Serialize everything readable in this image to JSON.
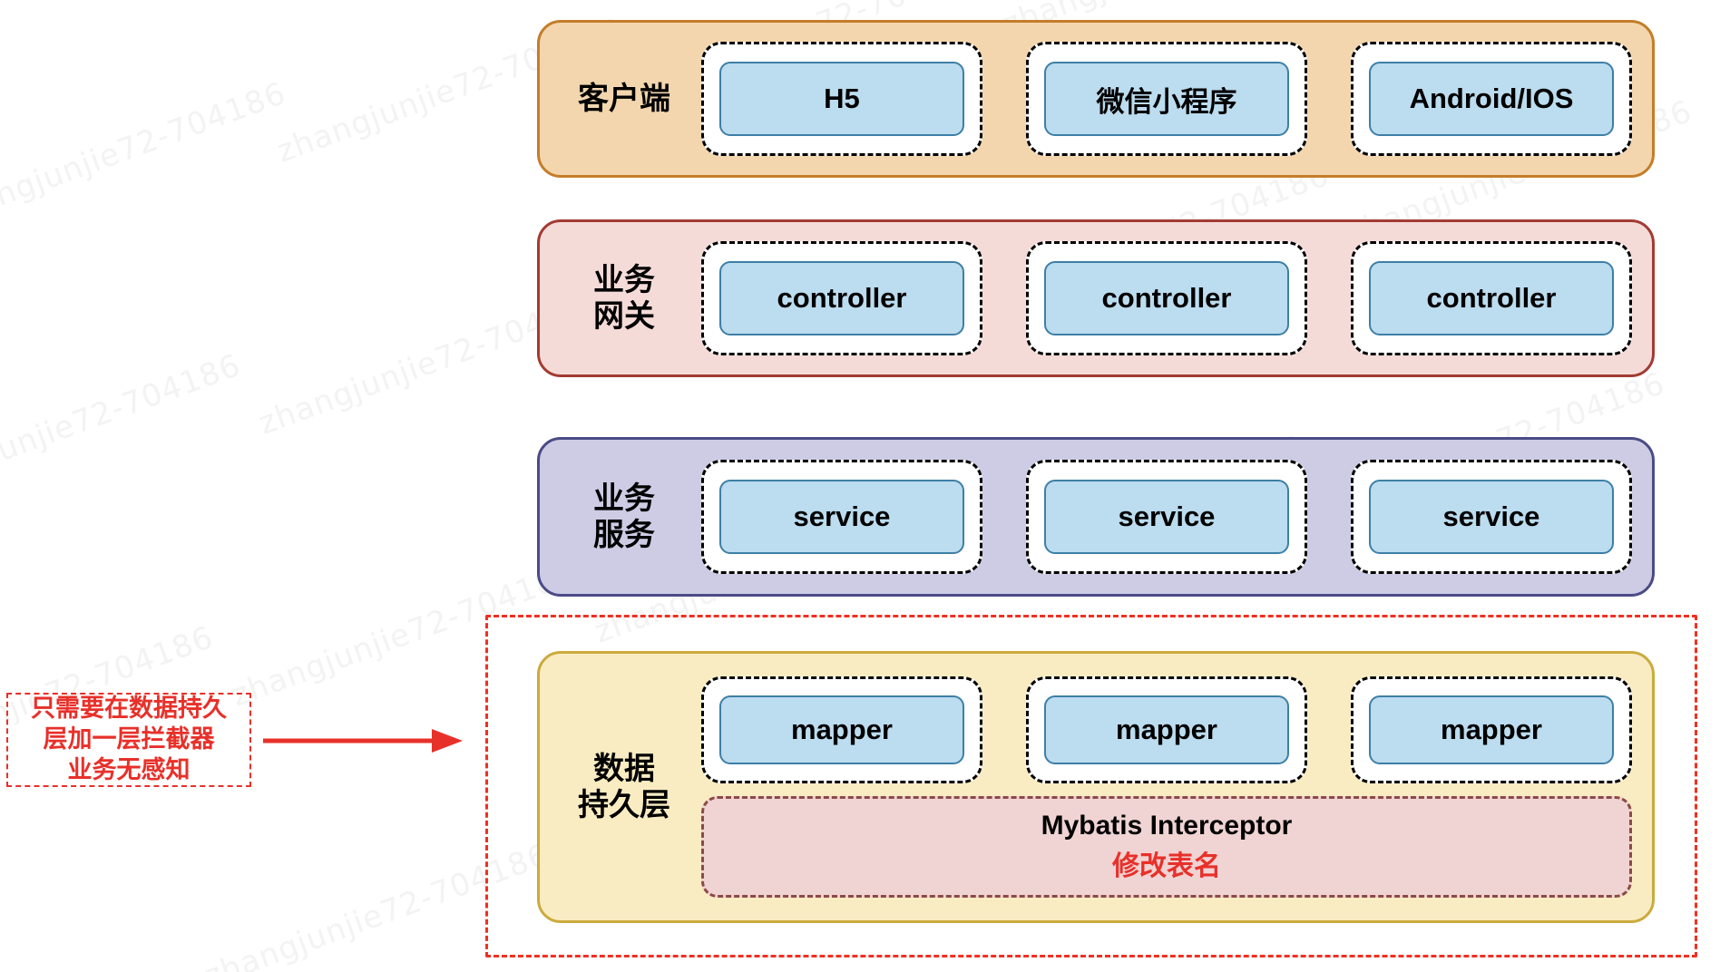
{
  "watermark": {
    "text": "zhangjunjie72-704186"
  },
  "colors": {
    "client_band_fill": "#f3d6ae",
    "client_band_stroke": "#c47d28",
    "gateway_band_fill": "#f5dbd8",
    "gateway_band_stroke": "#a23b33",
    "service_band_fill": "#cdcce4",
    "service_band_stroke": "#4b4b87",
    "data_band_fill": "#faecc2",
    "data_band_stroke": "#cbaa3e",
    "node_fill": "#bcdcef",
    "node_stroke": "#3d7fa6",
    "interceptor_fill": "#f0d3d3",
    "interceptor_stroke": "#8c4a46",
    "highlight_red": "#f03022",
    "accent_red_text": "#e8302a"
  },
  "layers": {
    "client": {
      "label": "客户端",
      "nodes": [
        "H5",
        "微信小程序",
        "Android/IOS"
      ]
    },
    "gateway": {
      "label": "业务\n网关",
      "nodes": [
        "controller",
        "controller",
        "controller"
      ]
    },
    "service": {
      "label": "业务\n服务",
      "nodes": [
        "service",
        "service",
        "service"
      ]
    },
    "data": {
      "label": "数据\n持久层",
      "nodes": [
        "mapper",
        "mapper",
        "mapper"
      ],
      "interceptor": {
        "title": "Mybatis Interceptor",
        "subtitle": "修改表名"
      }
    }
  },
  "annotation": {
    "note": "只需要在数据持久\n层加一层拦截器\n业务无感知",
    "arrow_icon": "right-arrow-icon"
  }
}
